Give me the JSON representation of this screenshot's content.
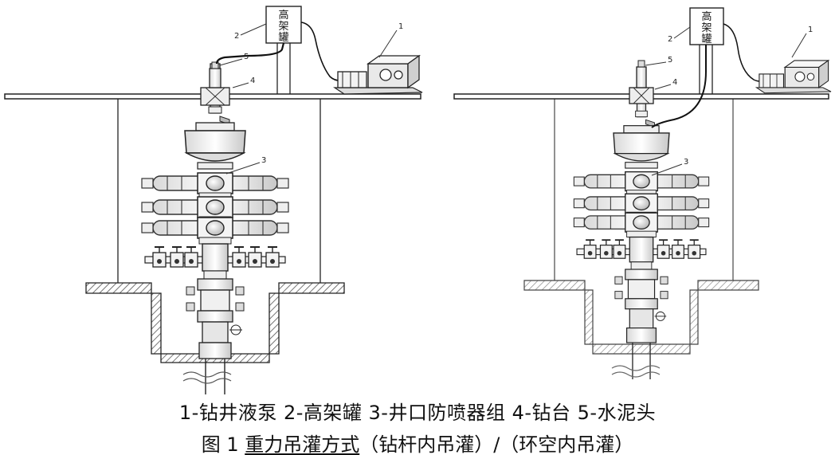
{
  "figure": {
    "legend": "1-钻井液泵 2-高架罐 3-井口防喷器组 4-钻台 5-水泥头",
    "caption_prefix": "图 1 ",
    "caption_title": "重力吊灌方式",
    "caption_suffix": "（钻杆内吊灌）/（环空内吊灌）"
  },
  "callouts": [
    "1",
    "2",
    "3",
    "4",
    "5"
  ],
  "tank_text": [
    "高",
    "架",
    "罐"
  ]
}
